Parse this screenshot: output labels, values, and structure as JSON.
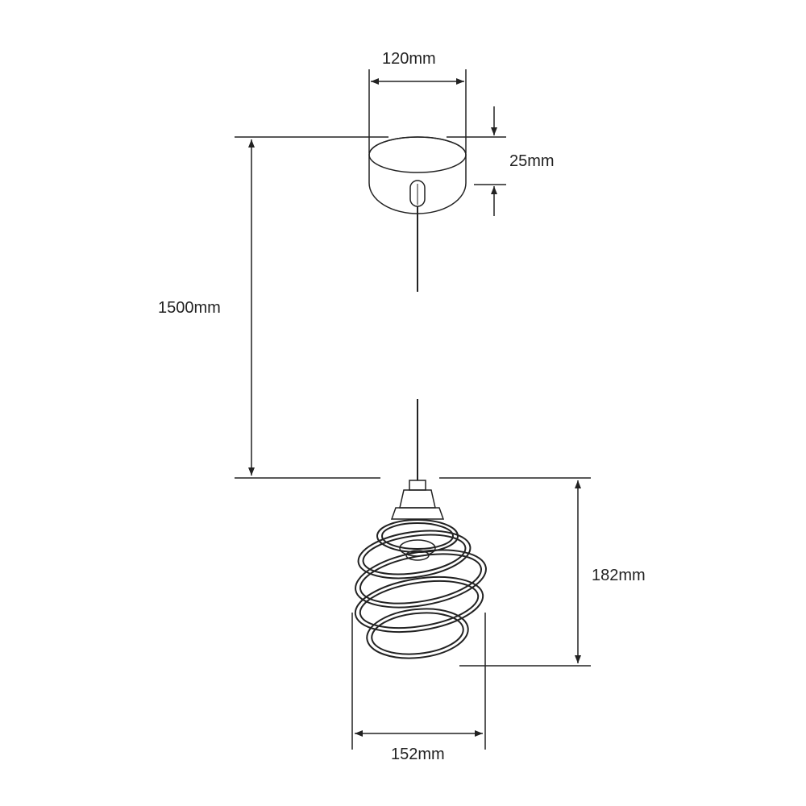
{
  "dimensions": {
    "canopy_width": "120mm",
    "canopy_height": "25mm",
    "cable_length": "1500mm",
    "shade_height": "182mm",
    "shade_width": "152mm"
  },
  "colors": {
    "line": "#222222",
    "background": "#ffffff"
  }
}
